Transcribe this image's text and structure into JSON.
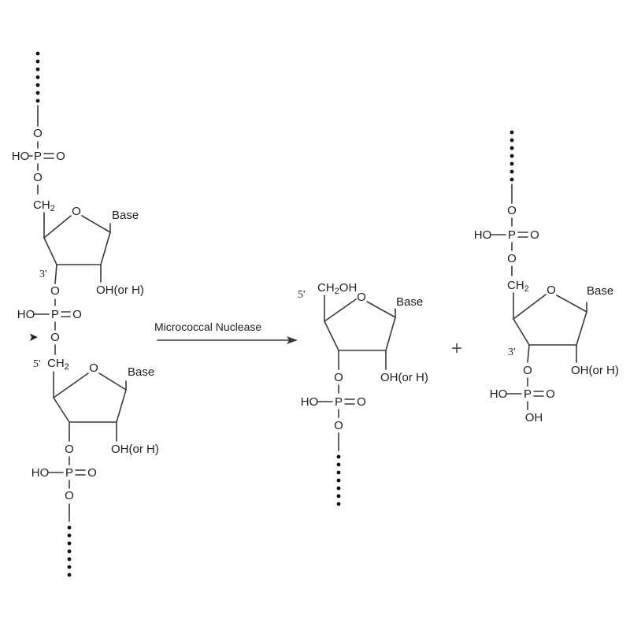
{
  "labels": {
    "oxygen": "O",
    "phosphorus": "P",
    "hydroxyl_prefix": "HO",
    "hydroxyl": "OH",
    "methylene": "CH",
    "subscript_two": "2",
    "base": "Base",
    "sugar_oh": "OH(or H)",
    "five_prime": "5'",
    "three_prime": "3'",
    "cleavage_marker": "➤"
  },
  "reaction": {
    "enzyme": "Micrococcal Nuclease",
    "plus_sign": "+"
  }
}
